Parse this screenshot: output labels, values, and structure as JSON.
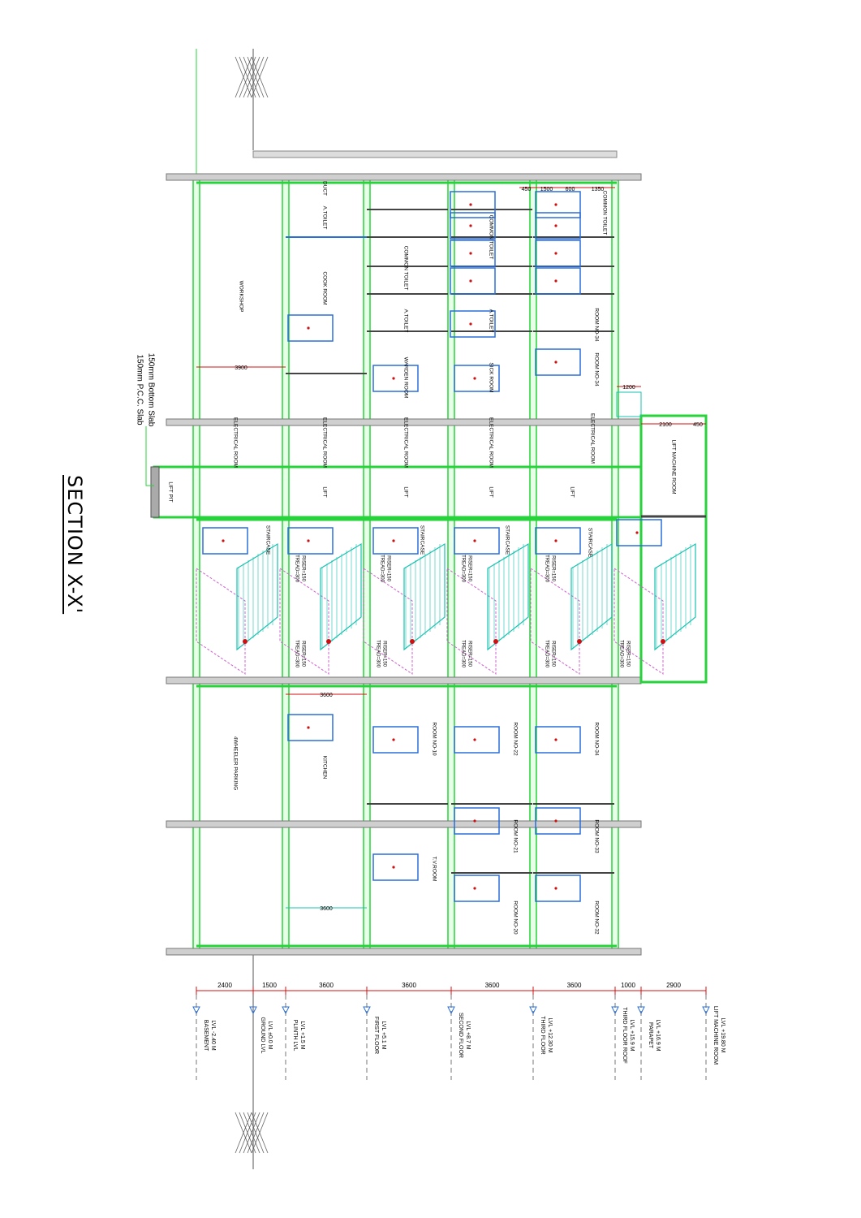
{
  "title": "SECTION X-X'",
  "slab_note": [
    "150mm Bottom Slab",
    "150mm P.C.C. Slab"
  ],
  "colors": {
    "wall": "#27d33a",
    "slab": "#808080",
    "dim": "#d01010",
    "door": "#2a6fd8",
    "stair_a": "#17c2b0",
    "stair_b": "#d060d0"
  },
  "levels": [
    {
      "name": "BASEMENT",
      "value": "LVL -2.40 M"
    },
    {
      "name": "GROUND LVL",
      "value": "LVL ±0.0 M"
    },
    {
      "name": "PLINTH LVL",
      "value": "LVL +1.5 M"
    },
    {
      "name": "FIRST FLOOR",
      "value": "LVL +5.1 M"
    },
    {
      "name": "SECOND FLOOR",
      "value": "LVL +8.7 M"
    },
    {
      "name": "THIRD FLOOR",
      "value": "LVL +12.30 M"
    },
    {
      "name": "THIRD FLOOR ROOF",
      "value": "LVL +15.9 M"
    },
    {
      "name": "PARAPET",
      "value": "LVL +16.9 M"
    },
    {
      "name": "LIFT MACHINE ROOM",
      "value": "LVL +19.80 M"
    }
  ],
  "level_dims": [
    "2400",
    "1500",
    "3600",
    "3600",
    "3600",
    "3600",
    "1000",
    "2900"
  ],
  "top_dims": [
    "450",
    "1500",
    "600",
    "1350"
  ],
  "other_dims": [
    "3900",
    "3600",
    "3600",
    "1200",
    "2100",
    "450"
  ],
  "rooms": {
    "duct": "DUCT",
    "workshop": "WORKSHOP",
    "a_toilet": "A.TOILET",
    "cook_room": "COOK ROOM",
    "common_toilet": "COMMON TOILET",
    "warden_room": "WARDEN ROOM",
    "sick_room": "SICK ROOM",
    "room_34": "ROOM NO-34",
    "electrical_room": "ELECTRICAL ROOM",
    "lift_machine_room": "LIFT MACHINE ROOM",
    "lift_pit": "LIFT PIT",
    "lift": "LIFT",
    "staircase": "STAIRCASE",
    "stair_spec_1": "TREAD=300",
    "stair_spec_2": "RISER=150",
    "parking": "4WHEELER PARKING",
    "kitchen": "KITCHEN",
    "room_10": "ROOM NO-10",
    "room_22": "ROOM NO-22",
    "tv_room": "T.V.ROOM",
    "room_21": "ROOM NO-21",
    "room_33": "ROOM NO-33",
    "room_20": "ROOM NO-20",
    "room_32": "ROOM NO-32"
  }
}
